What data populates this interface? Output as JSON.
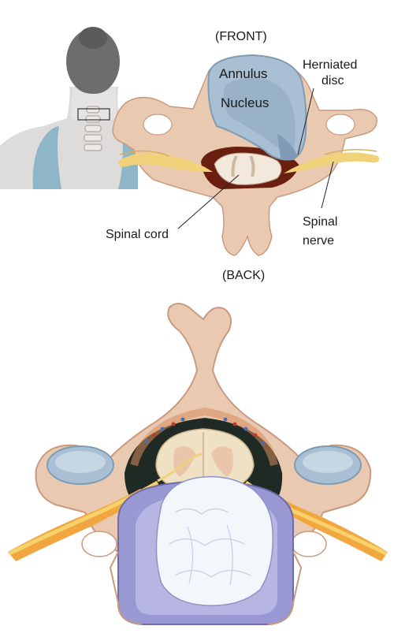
{
  "labels": {
    "front": "(FRONT)",
    "back": "(BACK)",
    "annulus": "Annulus",
    "nucleus": "Nucleus",
    "herniated_disc_line1": "Herniated",
    "herniated_disc_line2": "disc",
    "spinal_cord": "Spinal cord",
    "spinal_nerve_line1": "Spinal",
    "spinal_nerve_line2": "nerve"
  },
  "colors": {
    "bone": "#e9c9b0",
    "bone_shadow": "#c99a80",
    "disc": "#a9bfd3",
    "disc_dark": "#7f9bb5",
    "nerve": "#efd27a",
    "nerve_orange": "#f2a640",
    "cord": "#f3e8dc",
    "canal": "#6a1f10",
    "skin": "#e4e2e0",
    "hair": "#6f6d6b",
    "shirt": "#8fb6c8",
    "herniation": "#f3f6fb",
    "disc_purple": "#9a98d2"
  }
}
